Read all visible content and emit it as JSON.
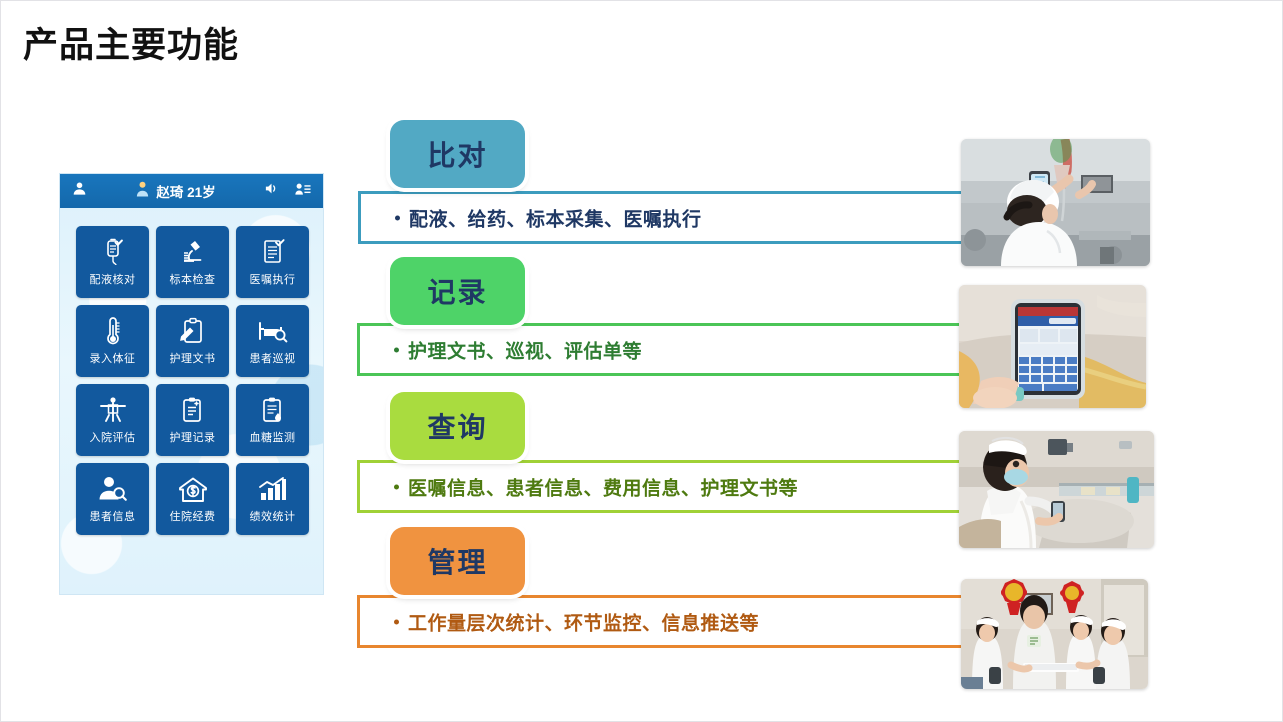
{
  "slide": {
    "title": "产品主要功能",
    "background": "#ffffff"
  },
  "phone": {
    "header": {
      "left_icon": "person-icon",
      "avatar_icon": "patient-avatar-icon",
      "patient_label": "赵琦 21岁",
      "sound_icon": "speaker-icon",
      "contacts_icon": "patient-list-icon"
    },
    "apps": [
      {
        "label": "配液核对",
        "icon": "iv-bag-check-icon"
      },
      {
        "label": "标本检查",
        "icon": "microscope-icon"
      },
      {
        "label": "医嘱执行",
        "icon": "document-check-icon"
      },
      {
        "label": "录入体征",
        "icon": "thermometer-icon"
      },
      {
        "label": "护理文书",
        "icon": "clipboard-pen-icon"
      },
      {
        "label": "患者巡视",
        "icon": "bed-search-icon"
      },
      {
        "label": "入院评估",
        "icon": "patient-body-icon"
      },
      {
        "label": "护理记录",
        "icon": "clipboard-list-icon"
      },
      {
        "label": "血糖监测",
        "icon": "clipboard-drop-icon"
      },
      {
        "label": "患者信息",
        "icon": "person-search-icon"
      },
      {
        "label": "住院经费",
        "icon": "home-money-icon"
      },
      {
        "label": "绩效统计",
        "icon": "bar-chart-icon"
      }
    ]
  },
  "features": [
    {
      "badge": "比对",
      "text": "配液、给药、标本采集、医嘱执行",
      "badge_color": "#52A9C4",
      "line_color": "#3C9CBE",
      "text_color": "#1F3864",
      "photo": "nurse-scanning-iv-bag-photo"
    },
    {
      "badge": "记录",
      "text": "护理文书、巡视、评估单等",
      "badge_color": "#4ED368",
      "line_color": "#4BC557",
      "text_color": "#2E7D32",
      "photo": "handheld-tablet-photo"
    },
    {
      "badge": "查询",
      "text": "医嘱信息、患者信息、费用信息、护理文书等",
      "badge_color": "#A9DC3F",
      "line_color": "#A0D136",
      "text_color": "#4E7A10",
      "photo": "nurse-bedside-device-photo"
    },
    {
      "badge": "管理",
      "text": "工作量层次统计、环节监控、信息推送等",
      "badge_color": "#F09340",
      "line_color": "#E8862E",
      "text_color": "#B05A12",
      "photo": "medical-staff-group-photo"
    }
  ]
}
